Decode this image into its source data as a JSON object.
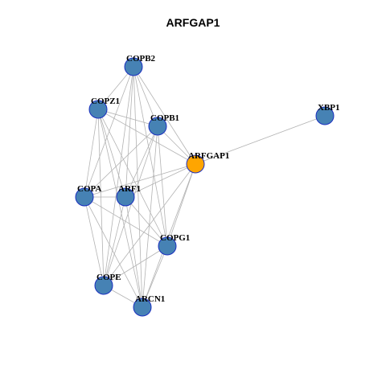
{
  "title": "ARFGAP1",
  "colors": {
    "query_node": "#ffa500",
    "node": "#4682b4",
    "node_border": "#1a2fbf",
    "edge": "#b3b3b3"
  },
  "nodes": [
    {
      "id": "COPB2",
      "label": "COPB2",
      "query": false
    },
    {
      "id": "COPZ1",
      "label": "COPZ1",
      "query": false
    },
    {
      "id": "COPB1",
      "label": "COPB1",
      "query": false
    },
    {
      "id": "XBP1",
      "label": "XBP1",
      "query": false
    },
    {
      "id": "ARFGAP1",
      "label": "ARFGAP1",
      "query": true
    },
    {
      "id": "COPA",
      "label": "COPA",
      "query": false
    },
    {
      "id": "ARF1",
      "label": "ARF1",
      "query": false
    },
    {
      "id": "COPG1",
      "label": "COPG1",
      "query": false
    },
    {
      "id": "COPE",
      "label": "COPE",
      "query": false
    },
    {
      "id": "ARCN1",
      "label": "ARCN1",
      "query": false
    }
  ],
  "edges": [
    [
      "ARFGAP1",
      "XBP1"
    ],
    [
      "ARFGAP1",
      "COPB2"
    ],
    [
      "ARFGAP1",
      "COPZ1"
    ],
    [
      "ARFGAP1",
      "COPB1"
    ],
    [
      "ARFGAP1",
      "COPA"
    ],
    [
      "ARFGAP1",
      "ARF1"
    ],
    [
      "ARFGAP1",
      "COPG1"
    ],
    [
      "ARFGAP1",
      "COPE"
    ],
    [
      "ARFGAP1",
      "ARCN1"
    ],
    [
      "COPB2",
      "COPZ1"
    ],
    [
      "COPB2",
      "COPB1"
    ],
    [
      "COPB2",
      "COPA"
    ],
    [
      "COPB2",
      "ARF1"
    ],
    [
      "COPB2",
      "COPG1"
    ],
    [
      "COPB2",
      "COPE"
    ],
    [
      "COPB2",
      "ARCN1"
    ],
    [
      "COPZ1",
      "COPB1"
    ],
    [
      "COPZ1",
      "COPA"
    ],
    [
      "COPZ1",
      "ARF1"
    ],
    [
      "COPZ1",
      "COPG1"
    ],
    [
      "COPZ1",
      "COPE"
    ],
    [
      "COPZ1",
      "ARCN1"
    ],
    [
      "COPB1",
      "COPA"
    ],
    [
      "COPB1",
      "ARF1"
    ],
    [
      "COPB1",
      "COPG1"
    ],
    [
      "COPB1",
      "COPE"
    ],
    [
      "COPB1",
      "ARCN1"
    ],
    [
      "COPA",
      "ARF1"
    ],
    [
      "COPA",
      "COPG1"
    ],
    [
      "COPA",
      "COPE"
    ],
    [
      "COPA",
      "ARCN1"
    ],
    [
      "ARF1",
      "COPG1"
    ],
    [
      "ARF1",
      "COPE"
    ],
    [
      "ARF1",
      "ARCN1"
    ],
    [
      "COPG1",
      "COPE"
    ],
    [
      "COPG1",
      "ARCN1"
    ],
    [
      "COPE",
      "ARCN1"
    ]
  ]
}
